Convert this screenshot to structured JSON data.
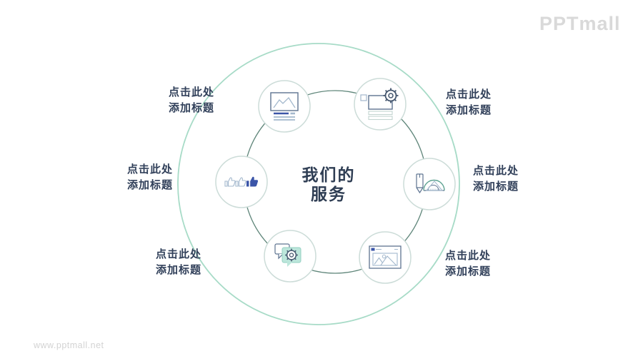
{
  "brand": {
    "logo_text": "PPTmall",
    "watermark": "www.pptmall.net"
  },
  "center_title": {
    "line1": "我们的",
    "line2": "服务"
  },
  "placeholders": [
    {
      "position": "top-left",
      "line1": "点击此处",
      "line2": "添加标题"
    },
    {
      "position": "top-right",
      "line1": "点击此处",
      "line2": "添加标题"
    },
    {
      "position": "left",
      "line1": "点击此处",
      "line2": "添加标题"
    },
    {
      "position": "right",
      "line1": "点击此处",
      "line2": "添加标题"
    },
    {
      "position": "bottom-left",
      "line1": "点击此处",
      "line2": "添加标题"
    },
    {
      "position": "bottom-right",
      "line1": "点击此处",
      "line2": "添加标题"
    }
  ],
  "icons": [
    {
      "position": "top-left",
      "name": "image-text-icon"
    },
    {
      "position": "top-right",
      "name": "window-settings-icon"
    },
    {
      "position": "right",
      "name": "drafting-tools-icon"
    },
    {
      "position": "bottom-right",
      "name": "picture-frame-icon"
    },
    {
      "position": "bottom-left",
      "name": "chat-settings-icon"
    },
    {
      "position": "left",
      "name": "thumbs-up-icon"
    }
  ],
  "colors": {
    "outer_ring": "#a7dbc7",
    "connector_ring": "#5e8579",
    "icon_circle_border": "#ccdcd8",
    "title_text": "#2e3d53",
    "label_text": "#31405a",
    "logo_gray": "#d9d9d9",
    "watermark_gray": "#d3d3d3",
    "icon_slate": "#5d7390",
    "icon_light": "#a3b8cd",
    "icon_dark": "#44566e",
    "accent_blue": "#3b55a8",
    "accent_teal": "#5fa392",
    "accent_mint_fill": "#bce6db",
    "accent_mint_stroke": "#93d0c2",
    "bar_light": "#c3d4d0"
  }
}
